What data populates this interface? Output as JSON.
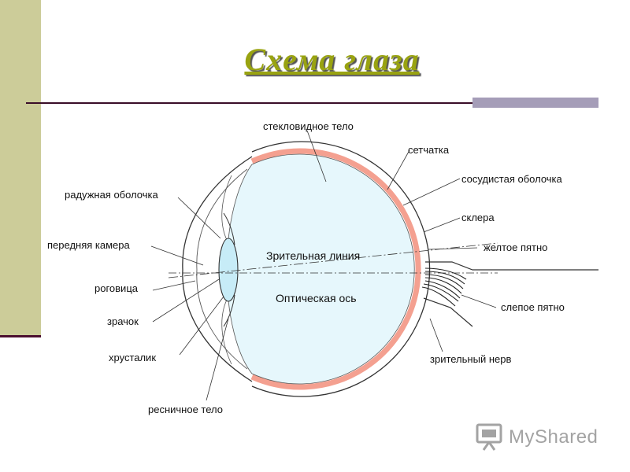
{
  "slide": {
    "title": "Схема глаза"
  },
  "colors": {
    "band": "#cccc99",
    "title": "#99a311",
    "accent": "#a59db8",
    "dark_rule": "#3a0d28",
    "vitreous": "#e6f7fc",
    "retina": "#f4a090",
    "lens": "#c7ecf7"
  },
  "diagram": {
    "labels": {
      "vitreous_body": "стекловидное тело",
      "retina": "сетчатка",
      "choroid": "сосудистая оболочка",
      "sclera": "склера",
      "yellow_spot": "желтое пятно",
      "blind_spot": "слепое пятно",
      "optic_nerve": "зрительный нерв",
      "iris": "радужная оболочка",
      "anterior_chamber": "передняя камера",
      "cornea": "роговица",
      "pupil": "зрачок",
      "lens": "хрусталик",
      "ciliary_body": "ресничное тело",
      "visual_line": "Зрительная линия",
      "optical_axis": "Оптическая ось"
    }
  },
  "watermark": {
    "text": "MyShared",
    "icon": "presentation-board-icon"
  }
}
